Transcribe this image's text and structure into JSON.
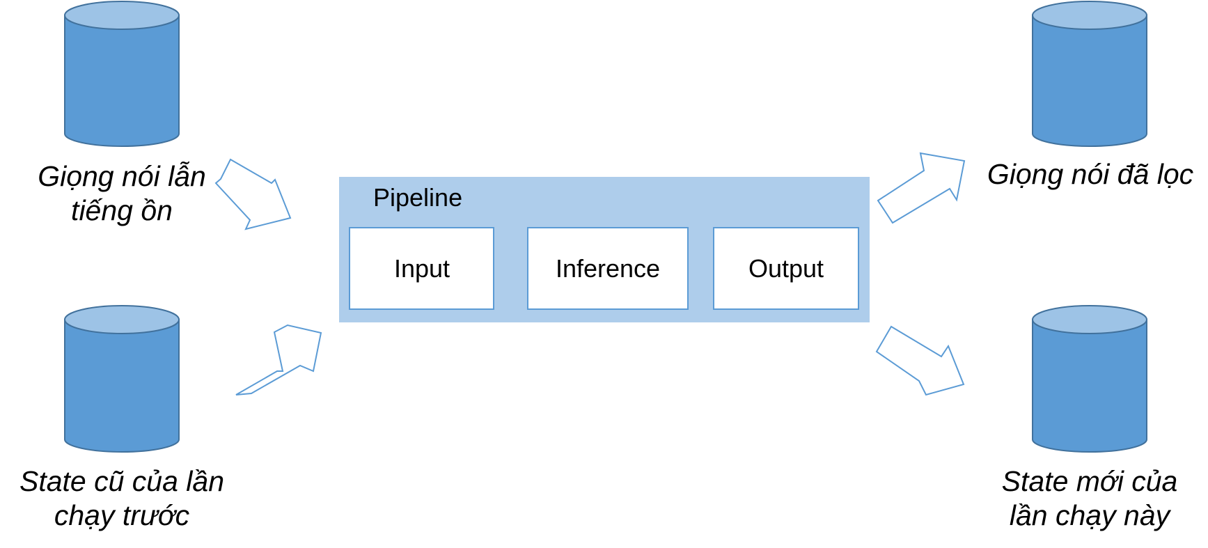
{
  "pipeline": {
    "title": "Pipeline",
    "stages": [
      "Input",
      "Inference",
      "Output"
    ]
  },
  "sources": {
    "noisy_voice": {
      "line1": "Giọng nói lẫn",
      "line2": "tiếng ồn"
    },
    "old_state": {
      "line1": "State cũ của lần",
      "line2": "chạy trước"
    }
  },
  "outputs": {
    "filtered_voice": {
      "line1": "Giọng nói đã lọc"
    },
    "new_state": {
      "line1": "State mới của",
      "line2": "lần chạy này"
    }
  },
  "colors": {
    "cylinder_body": "#5b9bd5",
    "cylinder_top": "#9dc3e6",
    "cylinder_stroke": "#41719c",
    "pipeline_fill": "#aecdeb",
    "stage_border": "#5b9bd5",
    "arrow_stroke": "#5b9bd5"
  }
}
